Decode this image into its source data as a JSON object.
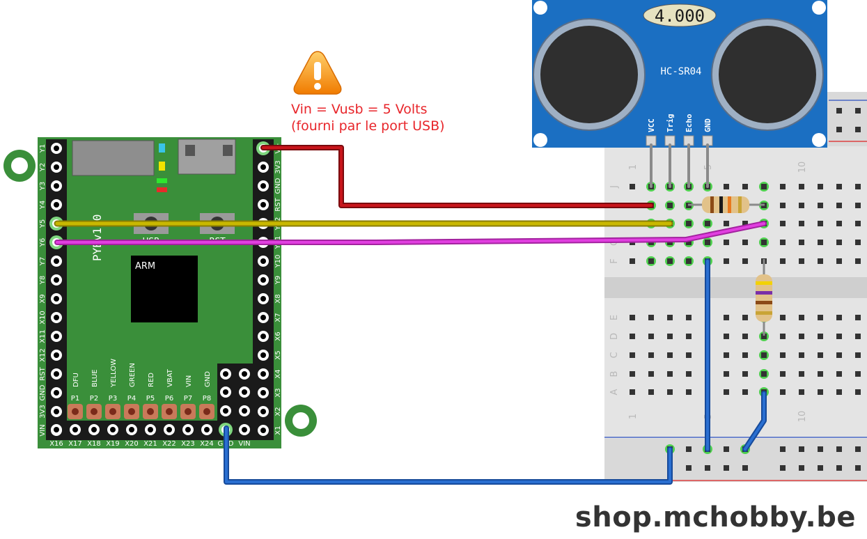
{
  "warning": {
    "line1": "Vin = Vusb = 5 Volts",
    "line2": "(fourni par le port USB)",
    "icon": "warning-triangle-icon",
    "color": "#e8262b"
  },
  "sensor": {
    "display": "4.000",
    "name": "HC-SR04",
    "pins": [
      "VCC",
      "Trig",
      "Echo",
      "GND"
    ],
    "color": "#1b6fc2"
  },
  "pyboard": {
    "chip": "ARM",
    "version": "PYBv1.0",
    "buttons": [
      "USR",
      "RST"
    ],
    "left_pins": [
      "Y1",
      "Y2",
      "Y3",
      "Y4",
      "Y5",
      "Y6",
      "Y7",
      "Y8",
      "X9",
      "X10",
      "X11",
      "X12",
      "RST",
      "GND",
      "3V3",
      "VIN"
    ],
    "right_pins": [
      "V+",
      "3V3",
      "GND",
      "RST",
      "Y12",
      "Y11",
      "Y10",
      "Y9",
      "X8",
      "X7",
      "X6",
      "X5",
      "X4",
      "X3",
      "X2",
      "X1"
    ],
    "bottom_pins": [
      "X16",
      "X17",
      "X18",
      "X19",
      "X20",
      "X21",
      "X22",
      "X23",
      "X24",
      "GND",
      "VIN"
    ],
    "led_labels": [
      "DFU",
      "BLUE",
      "YELLOW",
      "GREEN",
      "RED",
      "VBAT",
      "VIN",
      "GND"
    ],
    "pad_labels": [
      "P1",
      "P2",
      "P3",
      "P4",
      "P5",
      "P6",
      "P7",
      "P8"
    ],
    "color": "#3a8f3a"
  },
  "breadboard": {
    "rows_top": [
      "J",
      "I",
      "H",
      "G",
      "F"
    ],
    "rows_bottom": [
      "E",
      "D",
      "C",
      "B",
      "A"
    ],
    "col_labels": [
      "1",
      "5",
      "10"
    ]
  },
  "wires": {
    "power": "#c8151b",
    "trig": "#c9b800",
    "echo": "#e13fe0",
    "ground": "#2a6fd1"
  },
  "footer": "shop.mchobby.be"
}
